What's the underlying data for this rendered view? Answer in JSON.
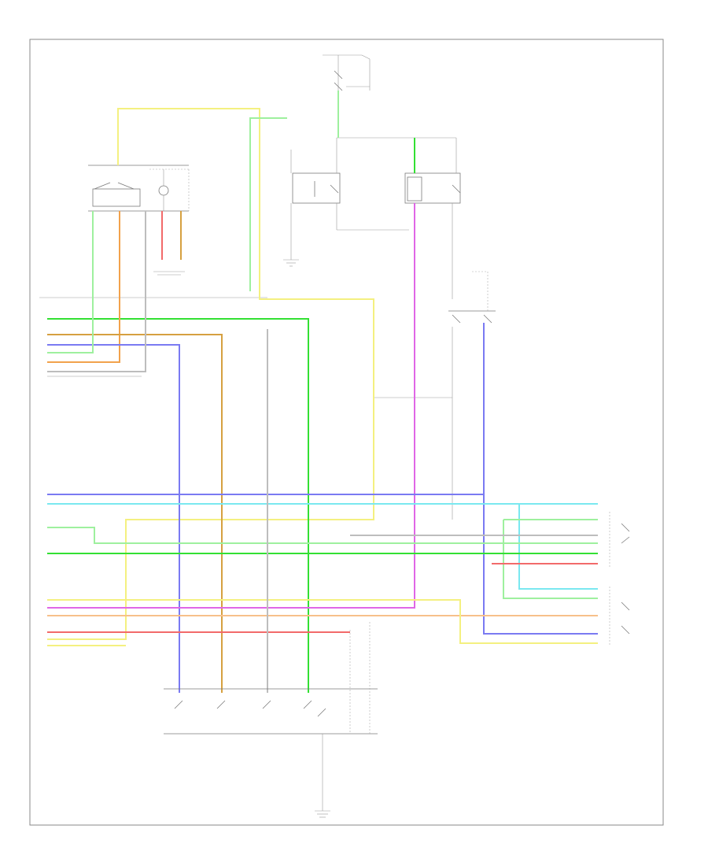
{
  "page_id": "",
  "footer_title": "",
  "wire_colors": {
    "yellow": "#f4f080",
    "green": "#33e033",
    "light_green": "#9ef09e",
    "orange": "#f2a24c",
    "blue": "#7a7af2",
    "pink": "#e066e6",
    "light_blue": "#7ae8f0",
    "red": "#f26a6a",
    "grey": "#bdbdbd",
    "gold": "#d6a040"
  },
  "components": [
    {
      "name": "top-fuse-block",
      "label": ""
    },
    {
      "name": "left-switch-unit",
      "label": ""
    },
    {
      "name": "relay-1",
      "label": ""
    },
    {
      "name": "relay-2",
      "label": ""
    },
    {
      "name": "right-switch",
      "label": ""
    },
    {
      "name": "center-connector",
      "label": ""
    },
    {
      "name": "right-switch-group-1",
      "label": ""
    },
    {
      "name": "right-switch-group-2",
      "label": ""
    },
    {
      "name": "bottom-switch-module",
      "label": ""
    },
    {
      "name": "bottom-ground",
      "label": ""
    }
  ]
}
